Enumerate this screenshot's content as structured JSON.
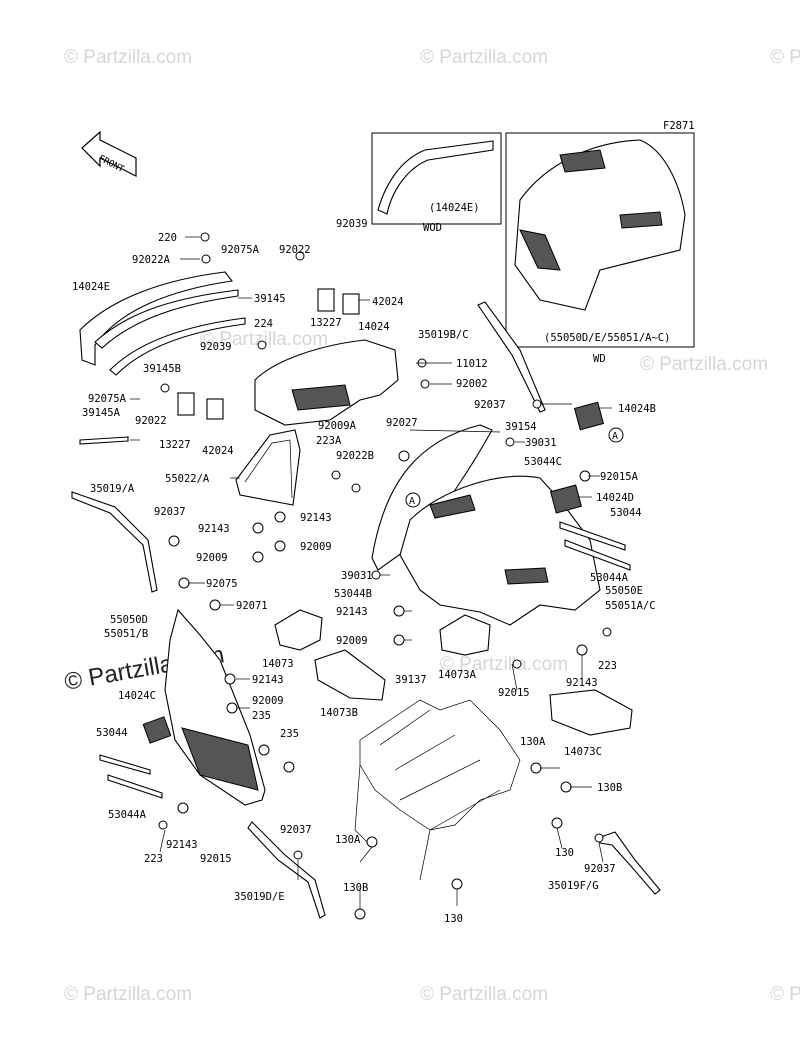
{
  "figure_code": "F2871",
  "front_label": "FRONT",
  "watermark_text": "© Partzilla.com",
  "watermark_bold": "© Partzilla.com",
  "inset_wod": {
    "part": "(14024E)",
    "caption": "WOD"
  },
  "inset_wd": {
    "part": "(55050D/E/55051/A~C)",
    "caption": "WD"
  },
  "callout_A": "A",
  "part_labels": [
    "220",
    "92022A",
    "92075A",
    "92022",
    "92039",
    "14024E",
    "39145",
    "42024",
    "13227",
    "224",
    "14024",
    "39145B",
    "92039",
    "92075A",
    "39145A",
    "92022",
    "13227",
    "42024",
    "55022/A",
    "35019/A",
    "92037",
    "92143",
    "92143",
    "92009",
    "92009",
    "92075",
    "92071",
    "55050D",
    "55051/B",
    "14024C",
    "92143",
    "92009",
    "235",
    "235",
    "53044",
    "53044A",
    "92143",
    "223",
    "92015",
    "92037",
    "35019D/E",
    "14073",
    "14073B",
    "39137",
    "14073A",
    "92015",
    "14073C",
    "130A",
    "130B",
    "130A",
    "130B",
    "130",
    "130",
    "92037",
    "35019F/G",
    "11012",
    "92002",
    "35019B/C",
    "92037",
    "14024B",
    "39031",
    "53044C",
    "92015A",
    "14024D",
    "53044",
    "53044A",
    "55050E",
    "55051A/C",
    "92027",
    "39154",
    "92009A",
    "92022B",
    "223A",
    "39031",
    "53044B",
    "92143",
    "92009",
    "223",
    "92143"
  ],
  "colors": {
    "line": "#000000",
    "watermark": "#d6d6d6",
    "dark_part": "#555555"
  }
}
